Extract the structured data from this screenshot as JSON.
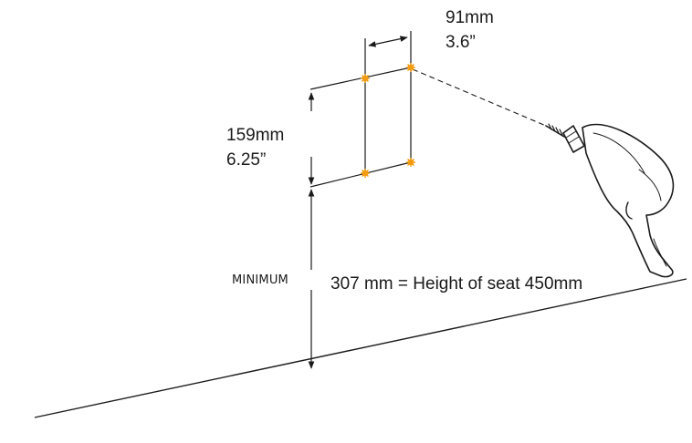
{
  "width_dimension": {
    "metric": "91mm",
    "imperial": "3.6”"
  },
  "height_dimension": {
    "metric": "159mm",
    "imperial": "6.25”"
  },
  "minimum_label": "MINIMUM",
  "minimum_note": "307 mm = Height of seat 450mm",
  "colors": {
    "line": "#1a1a1a",
    "drill_point": "#f39c12",
    "background": "#ffffff"
  },
  "icons": [
    "power-drill-icon",
    "drill-point-marker-icon"
  ]
}
